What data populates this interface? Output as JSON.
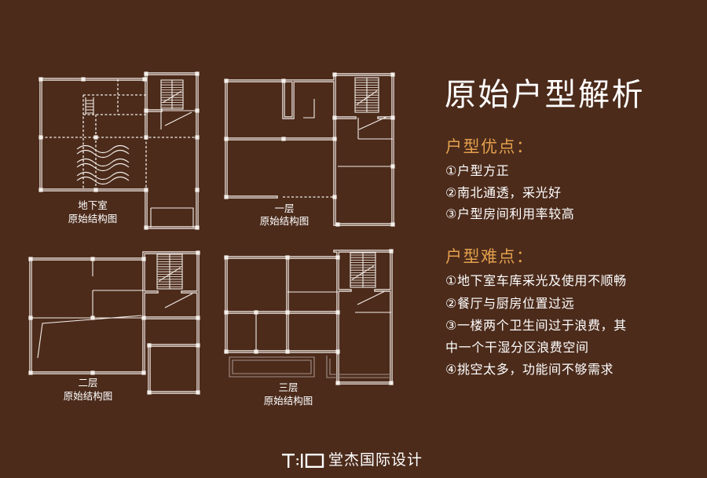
{
  "colors": {
    "background": "#4c2b1b",
    "accent": "#e3a04d",
    "line": "#f4eee9"
  },
  "title": "原始户型解析",
  "advantages": {
    "heading": "户型优点：",
    "items": [
      "①户型方正",
      "②南北通透，采光好",
      "③户型房间利用率较高"
    ]
  },
  "difficulties": {
    "heading": "户型难点：",
    "items": [
      "①地下室车库采光及使用不顺畅",
      "②餐厅与厨房位置过远",
      "③一楼两个卫生间过于浪费，其",
      "中一个干湿分区浪费空间",
      "④挑空太多，功能间不够需求"
    ]
  },
  "plans": {
    "basement": {
      "floor": "地下室",
      "caption": "原始结构图"
    },
    "first_floor": {
      "floor": "一层",
      "caption": "原始结构图"
    },
    "second_floor": {
      "floor": "二层",
      "caption": "原始结构图"
    },
    "third_floor": {
      "floor": "三层",
      "caption": "原始结构图"
    }
  },
  "logo": {
    "mark": "T:ID",
    "name": "堂杰国际设计"
  }
}
